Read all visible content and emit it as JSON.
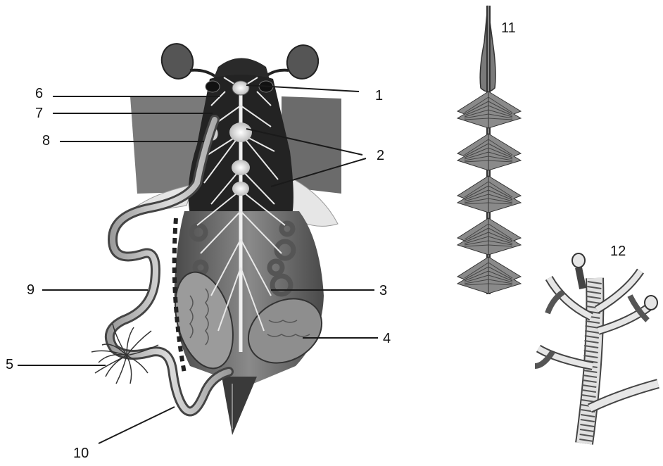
{
  "labels": {
    "l1": "1",
    "l2": "2",
    "l3": "3",
    "l4": "4",
    "l5": "5",
    "l6": "6",
    "l7": "7",
    "l8": "8",
    "l9": "9",
    "l10": "10",
    "l11": "11",
    "l12": "12"
  },
  "colors": {
    "ink": "#1a1a1a",
    "wing": "#6e6e6e",
    "body_dark": "#2a2a2a",
    "body_mid": "#5a5a5a",
    "body_light": "#9a9a9a",
    "nerve": "#e8e8e8"
  }
}
